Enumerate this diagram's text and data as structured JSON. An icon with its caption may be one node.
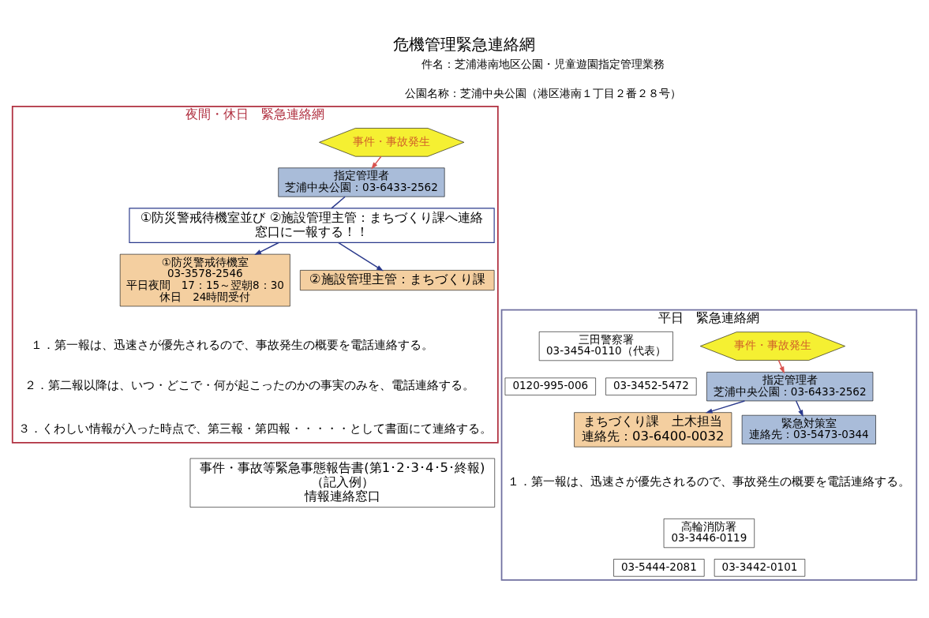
{
  "diagram": {
    "title": "危機管理緊急連絡網",
    "nodes": [
      {
        "text": [
          "夜間・休日　緊急連絡網"
        ]
      },
      {
        "text": [
          "事件・事故発生"
        ],
        "in": 0
      },
      {
        "text": [
          "指定管理者",
          "芝浦中央公園：03-6433-2562"
        ],
        "in": 0
      },
      {
        "text": [
          "①防災警戒待機室並び ②施設管理主管：まちづくり課へ連絡",
          "窓口に一報する！！"
        ],
        "in": 0
      },
      {
        "text": [
          "①防災警戒待機室",
          "03-3578-2546",
          "平日夜間　17：15～翌朝8：30",
          "休日　24時間受付"
        ],
        "in": 0
      },
      {
        "text": [
          "②施設管理主管：まちづくり課"
        ],
        "in": 0
      },
      {
        "text": [
          "平日　緊急連絡網"
        ]
      },
      {
        "text": [
          "事件・事故発生"
        ],
        "in": 6
      },
      {
        "text": [
          "指定管理者",
          "芝浦中央公園：03-6433-2562"
        ],
        "in": 6
      },
      {
        "text": [
          "まちづくり課　土木担当",
          "連絡先：03-6400-0032"
        ],
        "in": 6
      },
      {
        "text": [
          "緊急対策室",
          "連絡先：03-5473-0344"
        ],
        "in": 6
      },
      {
        "text": [
          "高輪消防署",
          "03-3446-0119"
        ],
        "in": 6
      },
      {
        "text": [
          "三田警察署",
          "03-3454-0110（代表）"
        ],
        "in": 6
      },
      {
        "text": [
          "03-5444-2081"
        ],
        "in": 6
      },
      {
        "text": [
          "0120-995-006"
        ],
        "in": 6
      },
      {
        "text": [
          "03-3442-0101"
        ],
        "in": 6
      },
      {
        "text": [
          "03-3452-5472"
        ],
        "in": 6
      },
      {
        "text": [
          "事件・事故等緊急事態報告書(第1･2･3･4･5･終報)",
          "（記入例）",
          "情報連絡窓口"
        ]
      }
    ],
    "edges": [
      {
        "from": 1,
        "to": 2,
        "arrow": "to",
        "color": "#d9534f"
      },
      {
        "from": 2,
        "to": 3,
        "arrow": "none"
      },
      {
        "from": 3,
        "to": 4,
        "arrow": "to"
      },
      {
        "from": 3,
        "to": 5,
        "arrow": "to"
      },
      {
        "from": 7,
        "to": 8,
        "arrow": "to",
        "color": "#d9534f"
      },
      {
        "from": 8,
        "to": 9,
        "arrow": "to"
      },
      {
        "from": 8,
        "to": 10,
        "arrow": "to"
      }
    ],
    "labels": [
      "件名：芝浦港南地区公園・児童遊園指定管理業務",
      "公園名称：芝浦中央公園（港区港南１丁目２番２８号）",
      "１．第一報は、迅速さが優先されるので、事故発生の概要を電話連絡する。",
      "２．第二報以降は、いつ・どこで・何が起こったのかの事実のみを、電話連絡する。",
      "３．くわしい情報が入った時点で、第三報・第四報・・・・・として書面にて連絡する。",
      "１．第一報は、迅速さが優先されるので、事故発生の概要を電話連絡する。"
    ]
  }
}
